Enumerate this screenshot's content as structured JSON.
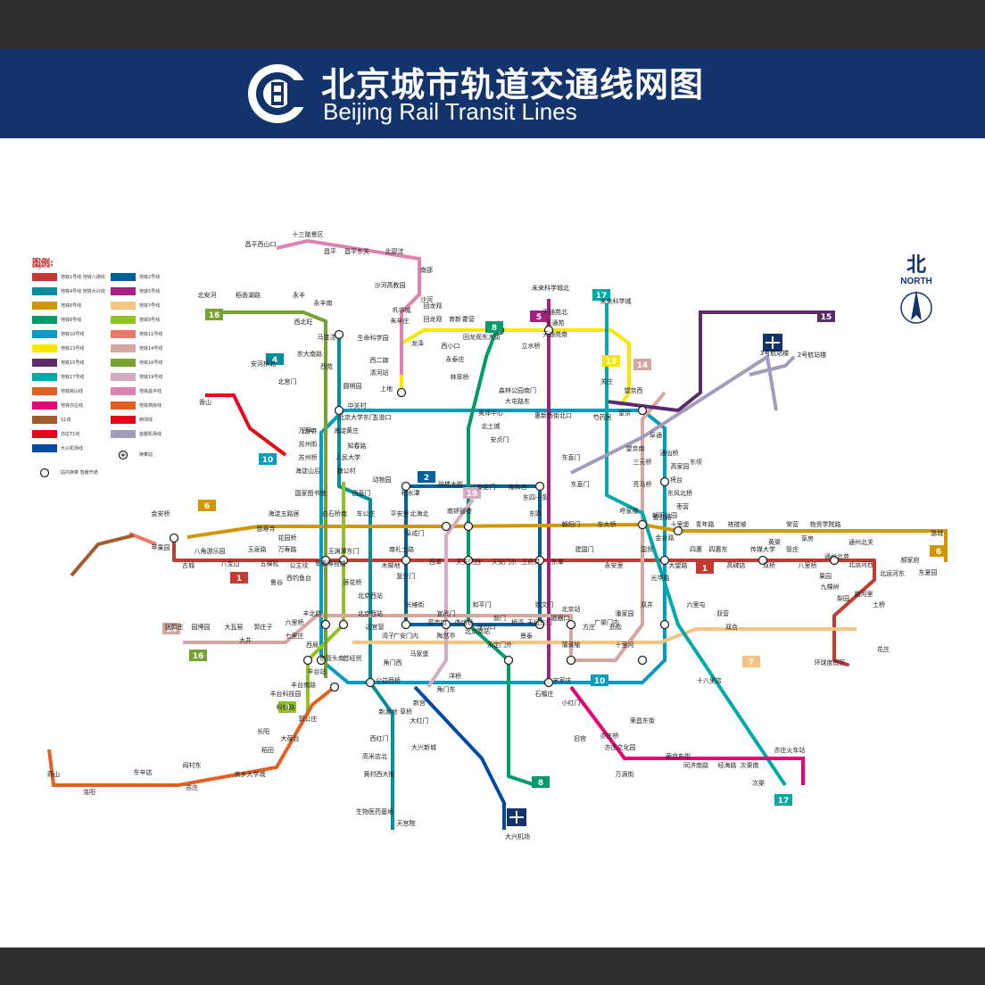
{
  "header": {
    "title_cn": "北京城市轨道交通线网图",
    "title_en": "Beijing Rail Transit Lines"
  },
  "legend": {
    "title": "图例:",
    "subtitle": "Legend",
    "items": [
      {
        "label": "地铁1号线 地铁八通线",
        "color": "#c23a30"
      },
      {
        "label": "地铁2号线",
        "color": "#006098"
      },
      {
        "label": "地铁4号线 地铁大兴线",
        "color": "#008e9c"
      },
      {
        "label": "地铁5号线",
        "color": "#a6217f"
      },
      {
        "label": "地铁6号线",
        "color": "#d29700"
      },
      {
        "label": "地铁7号线",
        "color": "#f6c582"
      },
      {
        "label": "地铁8号线",
        "color": "#009b6b"
      },
      {
        "label": "地铁9号线",
        "color": "#8fc31f"
      },
      {
        "label": "地铁10号线",
        "color": "#009bc0"
      },
      {
        "label": "地铁11号线",
        "color": "#ed796b"
      },
      {
        "label": "地铁13号线",
        "color": "#f9e700"
      },
      {
        "label": "地铁14号线",
        "color": "#d5a7a1"
      },
      {
        "label": "地铁15号线",
        "color": "#5b2c68"
      },
      {
        "label": "地铁16号线",
        "color": "#76a32e"
      },
      {
        "label": "地铁17号线",
        "color": "#00a9a9"
      },
      {
        "label": "地铁19号线",
        "color": "#d6abc1"
      },
      {
        "label": "地铁房山线",
        "color": "#e46022"
      },
      {
        "label": "地铁昌平线",
        "color": "#de82b2"
      },
      {
        "label": "地铁亦庄线",
        "color": "#e40077"
      },
      {
        "label": "地铁燕房线",
        "color": "#e46022"
      },
      {
        "label": "S1线",
        "color": "#a45a2a"
      },
      {
        "label": "西郊线",
        "color": "#e50619"
      },
      {
        "label": "亦庄T1线",
        "color": "#e50619"
      },
      {
        "label": "首都机场线",
        "color": "#a29bbb"
      },
      {
        "label": "大兴机场线",
        "color": "#0049a5"
      }
    ],
    "transfer_label": "换乘站",
    "station_label": "站内换乘 暂缓开通"
  },
  "north": {
    "cn": "北",
    "en": "NORTH"
  },
  "colors": {
    "header_bg": "#12336b",
    "line1": "#c23a30",
    "line2": "#006098",
    "line4": "#008e9c",
    "line5": "#a6217f",
    "line6": "#d29700",
    "line7": "#f6c582",
    "line8": "#009b6b",
    "line9": "#8fc31f",
    "line10": "#009bc0",
    "line11": "#ed796b",
    "line13": "#f9e700",
    "line14": "#d5a7a1",
    "line15": "#5b2c68",
    "line16": "#76a32e",
    "line17": "#00a9a9",
    "line19": "#d6abc1",
    "fangshan": "#e46022",
    "changping": "#de82b2",
    "yizhuang": "#e40077",
    "airport": "#a29bbb",
    "daxing_airport": "#0049a5"
  },
  "badges": {
    "b1": "1",
    "b2": "2",
    "b4": "4",
    "b5": "5",
    "b6": "6",
    "b6e": "6",
    "b7": "7",
    "b8": "8",
    "b8s": "8",
    "b9": "9",
    "b10": "10",
    "b10s": "10",
    "b13": "13",
    "b14": "14",
    "b14w": "14",
    "b15": "15",
    "b16": "16",
    "b16s": "16",
    "b17": "17",
    "b17s": "17",
    "b19": "19",
    "b1e": "1"
  },
  "stations": {
    "shisanling": "十三陵景区",
    "changpingxishankou": "昌平西山口",
    "changping": "昌平",
    "changpingdongguan": "昌平东关",
    "beishaowa": "北邵洼",
    "nanshao": "南邵",
    "shahegaojiaoyuan": "沙河高教园",
    "shahe": "沙河",
    "gonghuacheng": "巩华城",
    "zhuxinzhuang": "朱辛庄",
    "shengmingkexueyuan": "生命科学园",
    "xierqi": "西二旗",
    "qinghelu": "清河站",
    "shangdi": "上地",
    "huilongguan": "回龙观",
    "longze": "龙泽",
    "huoying": "霍营",
    "lishuiqiao": "立水桥",
    "tiantongyuanbei": "天通苑北",
    "tiantongyuan": "天通苑",
    "tiantongyuannan": "天通苑南",
    "weilaikexuecheng": "未来科学城北",
    "weilaikexuechengnan": "未来科学城",
    "beianhe": "北安河",
    "daoxianghu": "稻香湖路",
    "yongfeng": "永丰",
    "yongfengnan": "永丰南",
    "xibeiwang": "西北旺",
    "malianwa": "马连洼",
    "nongdananlu": "农大南路",
    "xiyuan": "西苑",
    "anhe": "安河桥北",
    "beigongmen": "北宫门",
    "wudaokou": "五道口",
    "zhichunlu": "知春路",
    "xizhimen": "西直门",
    "haidianhuangzhuang": "海淀黄庄",
    "renmindaxue": "人民大学",
    "weigongcun": "魏公村",
    "guojiatushuguan": "国家图书馆",
    "dongwuyuan": "动物园",
    "pingguoyuan": "苹果园",
    "gucheng": "古城",
    "babaoshan": "八宝山",
    "yuquanlu": "玉泉路",
    "wukesong": "五棵松",
    "wanshoulu": "万寿路",
    "gongzhufen": "公主坟",
    "junshibowuguan": "军事博物馆",
    "muxidi": "木樨地",
    "nanlishilu": "南礼士路",
    "fuxingmen": "复兴门",
    "xidan": "西单",
    "tiananmenxi": "天安门西",
    "tiananmendong": "天安门东",
    "wangfujing": "王府井",
    "dongdan": "东单",
    "jianguomen": "建国门",
    "yonganli": "永安里",
    "guomao": "国贸",
    "dawanglu": "大望路",
    "sihui": "四惠",
    "sihuidong": "四惠东",
    "gaobeidian": "高碑店",
    "chuanmeidaxue": "传媒大学",
    "shuangqiao": "双桥",
    "guanzhuang": "管庄",
    "baliqiao": "八里桥",
    "tongzhoubeiyuan": "通州北苑",
    "guoyuan": "果园",
    "jiukeshu": "九棵树",
    "liyuan": "梨园",
    "linheli": "临河里",
    "tuqiao": "土桥",
    "huaxiang": "花庄",
    "huanqiudujiaqu": "环球度假区",
    "jinan": "金安桥",
    "haidianwuluju": "海淀五路居",
    "cishousi": "慈寿寺",
    "huayuanqiao": "花园桥",
    "baishiqiao": "白石桥南",
    "chegongzhuang": "车公庄",
    "pinganli": "平安里",
    "beihaibei": "北海北",
    "nanluoguxiang": "南锣鼓巷",
    "dongsi": "东四",
    "chaoyangmen": "朝阳门",
    "dongdaqiao": "东大桥",
    "hujialou": "呼家楼",
    "jintaixizhao": "金台路",
    "shilipu": "十里堡",
    "qingnianlu": "青年路",
    "dalianpo": "褡裢坡",
    "huangqu": "黄渠",
    "changying": "常营",
    "caofang": "草房",
    "wuzixueyuan": "物资学院路",
    "tongzhoubeiguan": "通州北关",
    "beiyunhexi": "北运河西",
    "beiyunhedong": "北运河东",
    "haojiafu": "郝家府",
    "dongxiayuan": "东夏园",
    "lucheng": "潞城",
    "gongyixiqiao": "公益西桥",
    "xinfadi": "新发地",
    "xingong": "新宫",
    "xihongmen": "西红门",
    "gaomidian": "高米店北",
    "huangcun": "黄村西大街",
    "tiangongyuan": "天宫院",
    "shengwuyiyao": "生物医药基地",
    "songjiazhuang": "宋家庄",
    "yizhuangqiao": "亦庄桥",
    "yizhuangwenhuayuan": "亦庄文化园",
    "wanyuanjie": "万源街",
    "rongjingdongjie": "荣京东街",
    "rongchangdongjie": "荣昌东街",
    "tongjinanlu": "同济南路",
    "jinghailu": "经海路",
    "ciqunan": "次渠南",
    "ciqu": "次渠",
    "yizhuanghuochezhan": "亦庄火车站",
    "dongguantou": "东管头南",
    "fengtaizhan": "丰台站",
    "liuliqiao": "六里桥",
    "qilizhuang": "七里庄",
    "xiju": "西局",
    "guogongzhuang": "郭公庄",
    "dabaotai": "大葆台",
    "daotian": "稻田",
    "changyang": "长阳",
    "liangxiang": "良乡大学城",
    "yancun": "阎村东",
    "suzhuang": "苏庄",
    "yanshan": "燕山",
    "daxingjichang": "大兴机场",
    "daxingxincheng": "大兴新城",
    "caoqiao": "草桥",
    "yizhuangxilu": "亦庄T1线",
    "xiangshan": "香山",
    "bagou": "巴沟",
    "liangmaqiao": "亮马桥",
    "sanyuanqiao": "三元桥",
    "dongzhimen": "东直门",
    "t3": "3号航站楼",
    "t2": "2号航站楼",
    "shaoyaoju": "芍药居",
    "wangjing": "望京",
    "fatou": "望京西",
    "futong": "阜通",
    "zhangguozhuang": "张郭庄",
    "yuanboyuan": "园博园",
    "dawayao": "大瓦窑",
    "guozhuangzi": "郭庄子",
    "dajing": "大井",
    "shilihe": "十里河",
    "fangzhuang": "方庄",
    "beijingnan": "北京南站",
    "yongdingmenwai": "永定门外",
    "jingtai": "景泰",
    "puhuangyu": "蒲黄榆",
    "jinsong": "劲松",
    "panjiayuan": "潘家园",
    "shuangjing": "双井",
    "jiuxianqiao": "酒仙桥",
    "gaojiayuan": "高家园",
    "jiangtai": "将台",
    "dongfengbeiqiao": "东风北桥",
    "zaoying": "枣营",
    "chaoyanggongyuan": "朝阳公园",
    "jintailu": "金台路",
    "yuyuantan": "玉渊潭东门",
    "beijingxizhan": "北京西站",
    "wanshousi": "万寿寺",
    "suzhoujie": "苏州街",
    "suzhouqiao": "苏州桥",
    "haidianshanzhiyuan": "海淀山后",
    "guangqumen": "广渠门内",
    "shuangyu": "双合",
    "fengtaikejiyuan": "丰台科技园",
    "kejilu": "科怡路",
    "fengtainanlu": "丰台南路",
    "dongdan2": "崇文门",
    "qianmen": "前门",
    "hepingmen": "和平门",
    "xuanwumen": "宣武门",
    "changchunjie": "长椿街",
    "fuchengmen": "阜成门",
    "jishuitan": "积水潭",
    "guloudajie": "鼓楼大街",
    "andingmen": "安定门",
    "yonghegong": "雍和宫",
    "dongsishitiao": "东四十条",
    "beijingzhan": "北京站",
    "lianhuaqiao": "莲花桥",
    "xidiaoyutai": "西钓鱼台",
    "zhongguancun": "中关村",
    "beijingdaxue": "北京大学东门",
    "yuanmingyuan": "圆明园",
    "huilongguandongdajie": "回龙观东大街",
    "yuxin": "育新",
    "xixiaokou": "西小口",
    "yongtaizhuang": "永泰庄",
    "linketadao": "林萃桥",
    "senlingongyuan": "森林公园南门",
    "aotizhongxin": "奥体中心",
    "beitucheng": "北土城",
    "anzhenmen": "安贞门",
    "huixinxijie": "惠新西街北口",
    "datunlu": "大屯路东",
    "guanzhuang2": "关庄",
    "wangjingnan": "望京南",
    "dongba": "东坝",
    "lugu": "鲁谷",
    "shoujingmao": "首经贸",
    "shuangqiao2": "十八里店",
    "dahongmen": "大红门",
    "jiaomen": "角门西",
    "majialou": "马家堡",
    "shiliuzhuang": "石榴庄",
    "xiaohongmen": "小红门",
    "jiugong": "旧宫",
    "huijie": "回龙观",
    "dongzhimen2": "东直门",
    "guanghua": "光华路",
    "liulitun": "六里屯",
    "bajiao": "八角游乐园",
    "tiantan": "天坛东门",
    "ciqiku": "磁器口",
    "qiaowan": "桥湾",
    "zhushikou": "珠市口",
    "taoranting": "陶然亭",
    "beijingxinanzhan": "北京西站",
    "wanzi": "湾子",
    "daguanying": "达官营",
    "guanganmennei": "广安门内",
    "caishikou": "菜市口",
    "hufangqiao": "虎坊桥",
    "yangqiao": "洋桥",
    "jiaomendong": "角门东",
    "shuangying": "双营",
    "fengbo": "丰北路",
    "dongxindian": "东辛店",
    "luoyang": "洛阳"
  }
}
